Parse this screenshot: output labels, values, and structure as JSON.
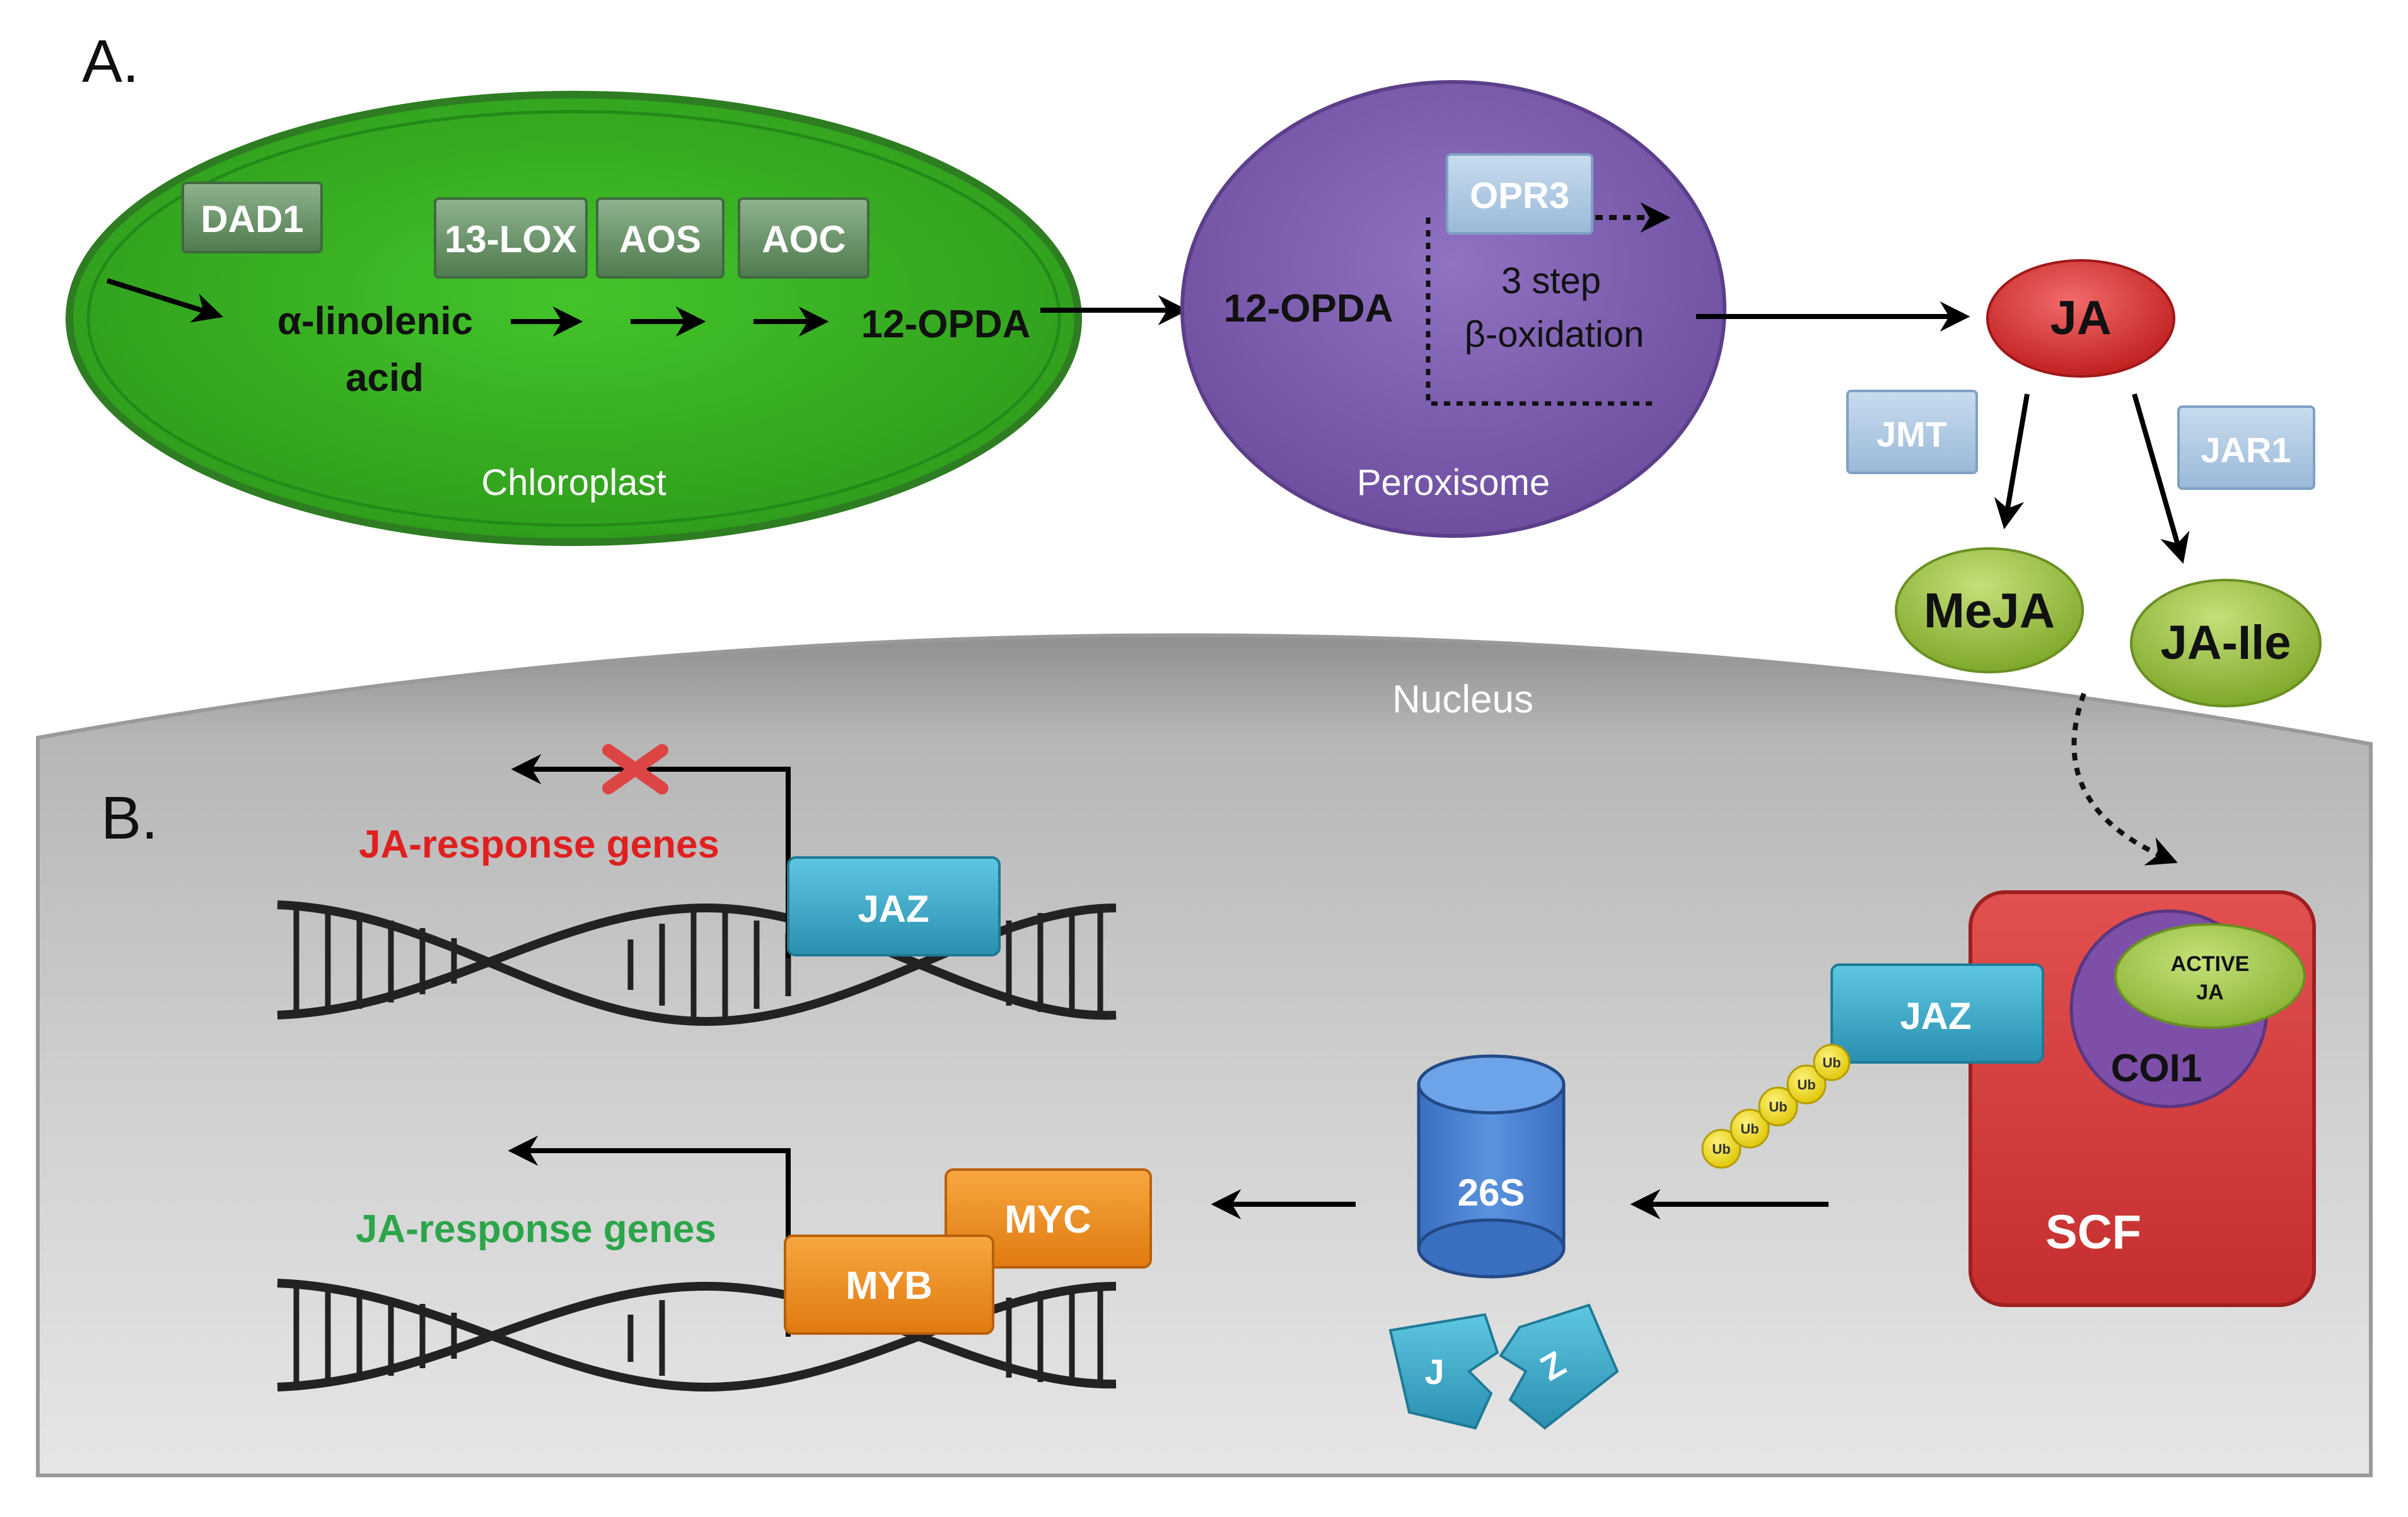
{
  "panel_labels": {
    "a": "A.",
    "b": "B."
  },
  "compartments": {
    "chloroplast": "Chloroplast",
    "peroxisome": "Peroxisome",
    "nucleus": "Nucleus"
  },
  "enzymes": {
    "dad1": "DAD1",
    "lox": "13-LOX",
    "aos": "AOS",
    "aoc": "AOC",
    "opr3": "OPR3",
    "jmt": "JMT",
    "jar1": "JAR1"
  },
  "metabolites": {
    "alpha_linolenic_line1": "α-linolenic",
    "alpha_linolenic_line2": "acid",
    "opda_chloroplast": "12-OPDA",
    "opda_peroxisome": "12-OPDA",
    "beta_ox_line1": "3 step",
    "beta_ox_line2": "β-oxidation",
    "ja": "JA",
    "meja": "MeJA",
    "ja_ile": "JA-Ile"
  },
  "nucleus_panel": {
    "genes_repressed": "JA-response genes",
    "genes_active": "JA-response genes",
    "jaz_repressor": "JAZ",
    "jaz_complex": "JAZ",
    "active_ja_line1": "ACTIVE",
    "active_ja_line2": "JA",
    "coi1": "COI1",
    "scf": "SCF",
    "ub": "Ub",
    "proteasome": "26S",
    "fragment_j": "J",
    "fragment_z": "Z",
    "myc": "MYC",
    "myb": "MYB"
  },
  "colors": {
    "chloroplast_fill": "#33aa1e",
    "chloroplast_border": "#2e7d22",
    "peroxisome_fill": "#7f5fb0",
    "ja_red": "#d62e2e",
    "derivative_green": "#8cb832",
    "enzyme_box_green": "#5f8a5f",
    "enzyme_box_blue": "#a5c4e0",
    "nucleus_gray": "#c4c4c4",
    "jaz_cyan": "#35a8c7",
    "scf_red": "#d23c3c",
    "coi1_purple": "#7e4fa8",
    "proteasome_blue": "#4a82d0",
    "tf_orange": "#ef8a16",
    "ub_yellow": "#f1e41c",
    "label_red": "#e02020",
    "label_green": "#2ca54a"
  }
}
